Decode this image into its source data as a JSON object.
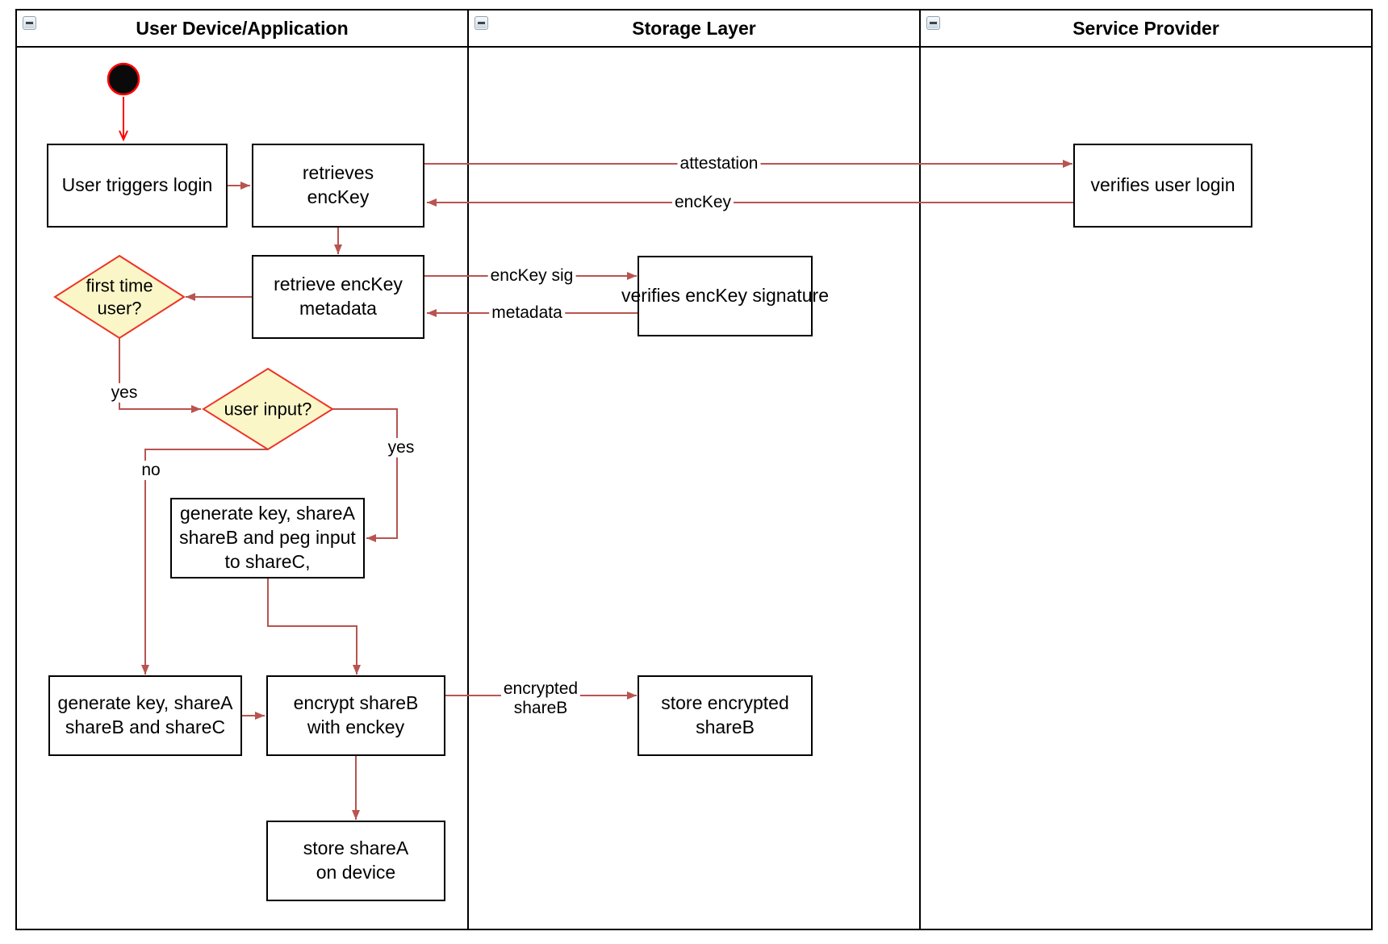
{
  "colors": {
    "connector": "#b85450",
    "start": "#ff0000",
    "decision_fill": "#faf6c8",
    "decision_stroke": "#ee3224",
    "node_border": "#000000"
  },
  "lanes": [
    {
      "title": "User Device/Application"
    },
    {
      "title": "Storage Layer"
    },
    {
      "title": "Service Provider"
    }
  ],
  "nodes": {
    "user_triggers_login": "User triggers login",
    "retrieves_enckey": "retrieves\nencKey",
    "retrieve_enckey_metadata": "retrieve encKey\nmetadata",
    "first_time_user": "first time\nuser?",
    "user_input": "user input?",
    "generate_key_peg_input": "generate key, shareA\nshareB and peg input\nto shareC,",
    "generate_key_sharec": "generate key, shareA\nshareB and shareC",
    "encrypt_shareb": "encrypt shareB\nwith enckey",
    "store_sharea": "store shareA\non device",
    "verifies_enckey_signature": "verifies encKey signature",
    "store_encrypted_shareb": "store encrypted\nshareB",
    "verifies_user_login": "verifies user login"
  },
  "edge_labels": {
    "attestation": "attestation",
    "enckey": "encKey",
    "enckey_sig": "encKey sig",
    "metadata": "metadata",
    "encrypted_shareb": "encrypted\nshareB",
    "yes_first_time": "yes",
    "yes_user_input": "yes",
    "no_user_input": "no"
  }
}
